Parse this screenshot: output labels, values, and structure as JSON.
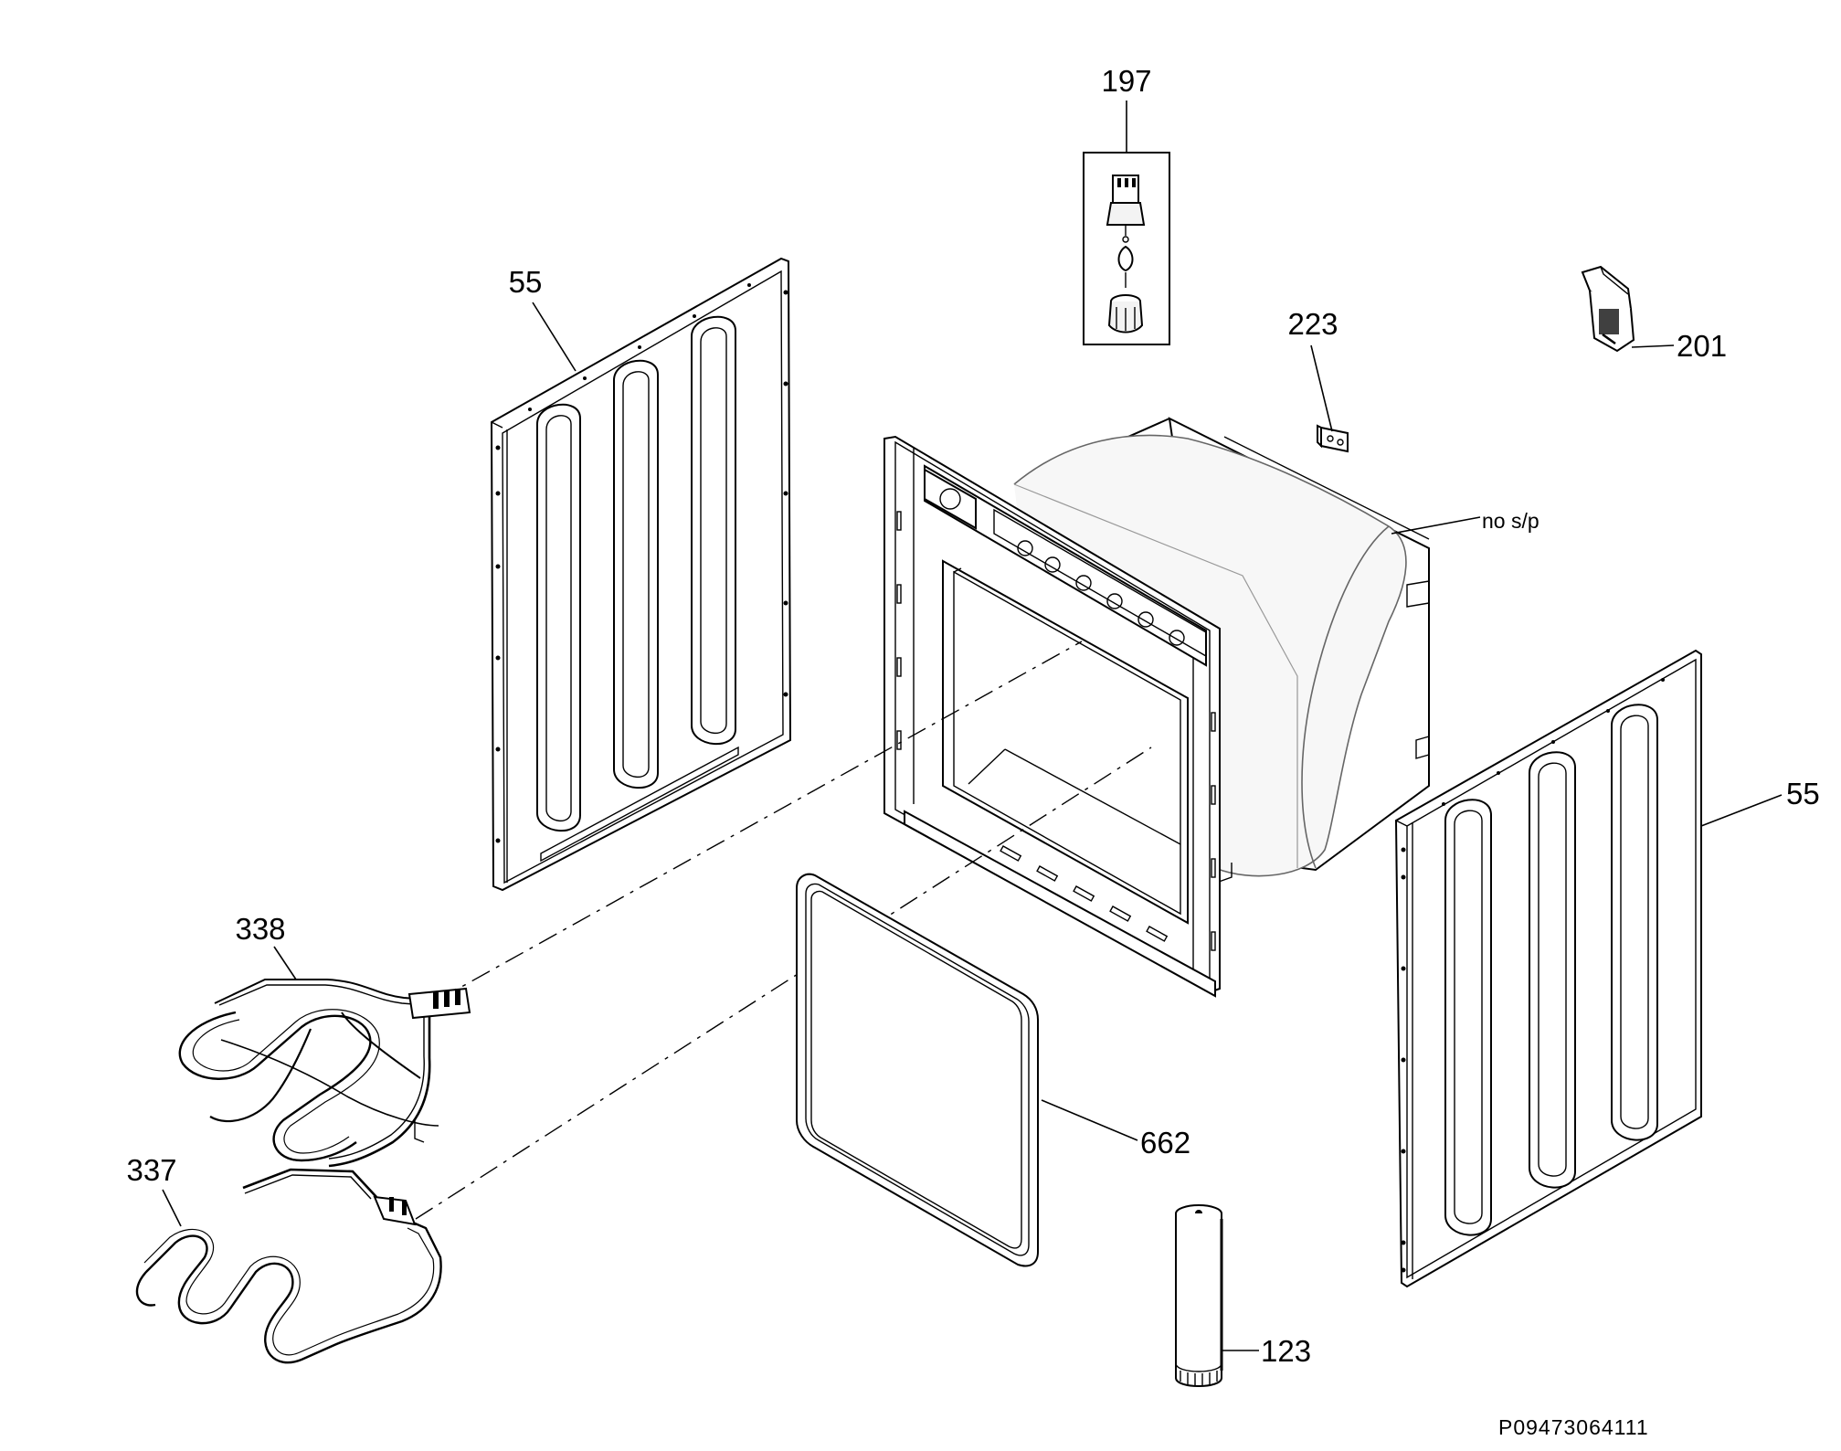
{
  "labels": {
    "p197": "197",
    "p223": "223",
    "p201": "201",
    "p55_left": "55",
    "p55_right": "55",
    "no_sp": "no s/p",
    "p338": "338",
    "p337": "337",
    "p662": "662",
    "p123": "123"
  },
  "drawing_code": "P09473064111"
}
